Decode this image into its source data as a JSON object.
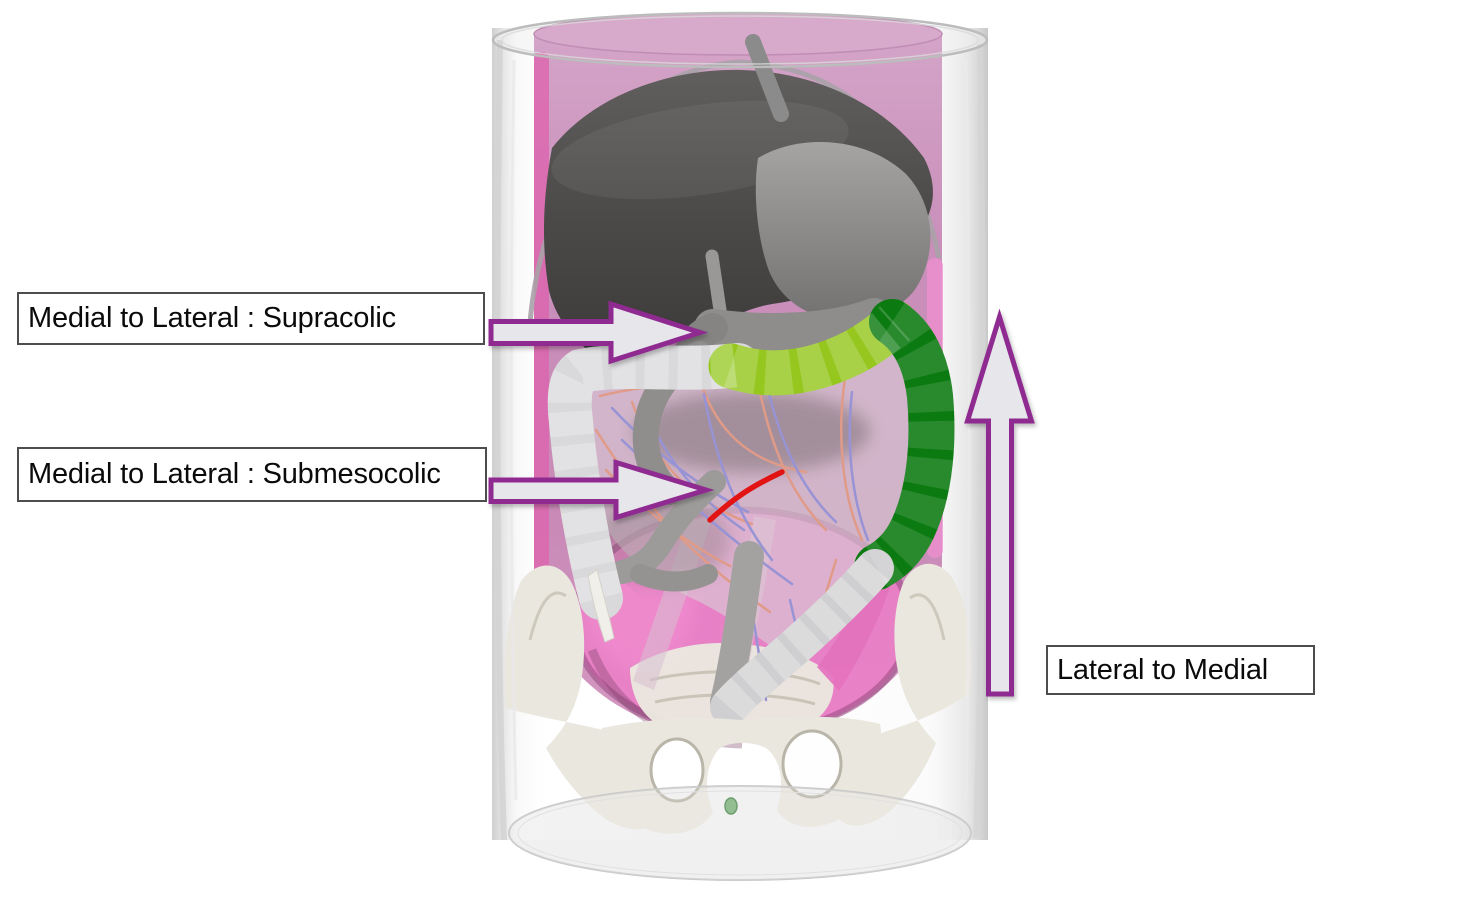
{
  "labels": {
    "supracolic": "Medial to Lateral : Supracolic",
    "submesocolic": "Medial to Lateral : Submesocolic",
    "lateral_to_medial": "Lateral to Medial"
  },
  "arrow_style": {
    "fill": "#e7e6eb",
    "stroke": "#8e2b90"
  },
  "anatomy_colors": {
    "peritoneum_pink": "#c98fba",
    "peritoneum_bright_pink": "#e97fc5",
    "liver_gray": "#4c4a49",
    "stomach_gray": "#8e8d8c",
    "colon_gray": "#d9d9db",
    "transverse_colon_highlight": "#95c71f",
    "descending_colon_highlight": "#0b7a10",
    "sigmoid_gray": "#cfcfd1",
    "mesentery_artery_salmon": "#e09a88",
    "mesentery_vein_periwinkle": "#9793d5",
    "highlighted_vessel_red": "#e11313",
    "bone_ivory": "#eae7df",
    "glass_gray": "#ededed"
  }
}
